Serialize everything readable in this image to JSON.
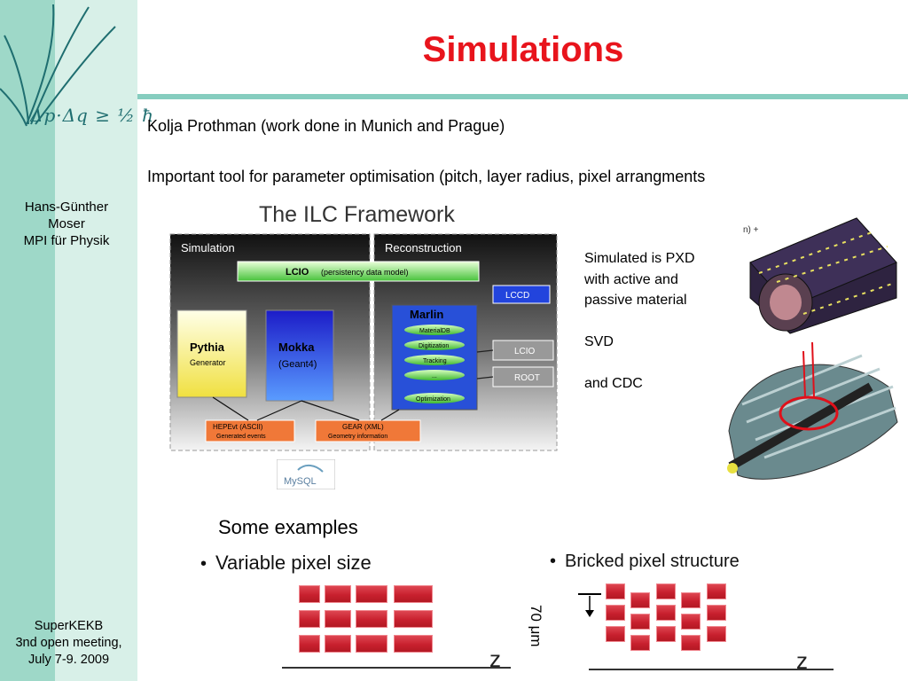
{
  "slide_title": "Simulations",
  "sidebar": {
    "logo_formula": "Δp·Δq ≥ ½ ħ",
    "author_lines": [
      "Hans-Günther",
      "Moser",
      "MPI für Physik"
    ],
    "meeting_lines": [
      "SuperKEKB",
      "3nd open meeting,",
      "July 7-9. 2009"
    ]
  },
  "body": {
    "line1": "Kolja Prothman (work done in Munich and Prague)",
    "line2": "Important tool for parameter optimisation (pitch, layer radius, pixel arrangments"
  },
  "framework": {
    "title": "The ILC Framework",
    "sim_header": "Simulation",
    "rec_header": "Reconstruction",
    "lcio_top": "LCIO",
    "lcio_top_sub": "(persistency data model)",
    "pythia": "Pythia",
    "pythia_sub": "Generator",
    "mokka": "Mokka",
    "mokka_sub": "(Geant4)",
    "lccd": "LCCD",
    "marlin": "Marlin",
    "marlin_items": [
      "MaterialDB",
      "Digitization",
      "Tracking",
      "...",
      "Optimization"
    ],
    "lcio_right": "LCIO",
    "root": "ROOT",
    "hepevt": "HEPEvt (ASCII)",
    "hepevt_sub": "Generated events",
    "gear": "GEAR (XML)",
    "gear_sub": "Geometry information",
    "mysql": "MySQL"
  },
  "caption": {
    "lines": [
      "Simulated is PXD",
      "with active and",
      "passive material",
      "",
      "SVD",
      "",
      "and CDC"
    ],
    "corner_fragment": "n) +"
  },
  "examples": {
    "heading": "Some examples",
    "bullet_left": "Variable pixel size",
    "bullet_right": "Bricked pixel structure",
    "z_left": "z",
    "z_right": "z",
    "rotated_label": "70 μm"
  },
  "colors": {
    "title_red": "#e8141c",
    "sidebar_teal": "#9ed8c8",
    "rule_teal": "#86cdbf",
    "pixel_red": "#c8202e"
  }
}
